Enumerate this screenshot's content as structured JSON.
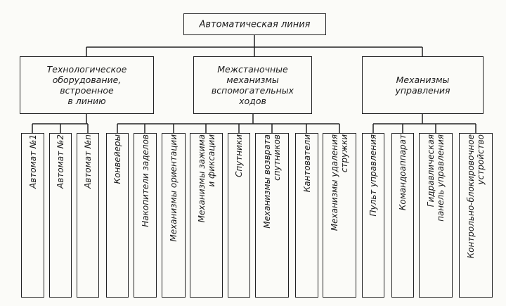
{
  "root": {
    "label": "Автоматическая линия"
  },
  "groups": [
    {
      "id": "equipment",
      "label": "Технологическое\nоборудование,\nвстроенное\nв линию",
      "children": [
        "Автомат №1",
        "Автомат №2",
        "Автомат №n"
      ]
    },
    {
      "id": "interstation",
      "label": "Межстаночные\nмеханизмы\nвспомогательных\nходов",
      "children": [
        "Конвейеры",
        "Накопители заделов",
        "Механизмы ориентации",
        "Механизмы зажима\nи фиксации",
        "Спутники",
        "Механизмы возврата\nспутников",
        "Кантователи",
        "Механизмы удаления\nстружки"
      ]
    },
    {
      "id": "control",
      "label": "Механизмы\nуправления",
      "children": [
        "Пульт управления",
        "Командоаппарат",
        "Гидравлическая\nпанель управления",
        "Контрольно-блокировочное\nустройство"
      ]
    }
  ]
}
